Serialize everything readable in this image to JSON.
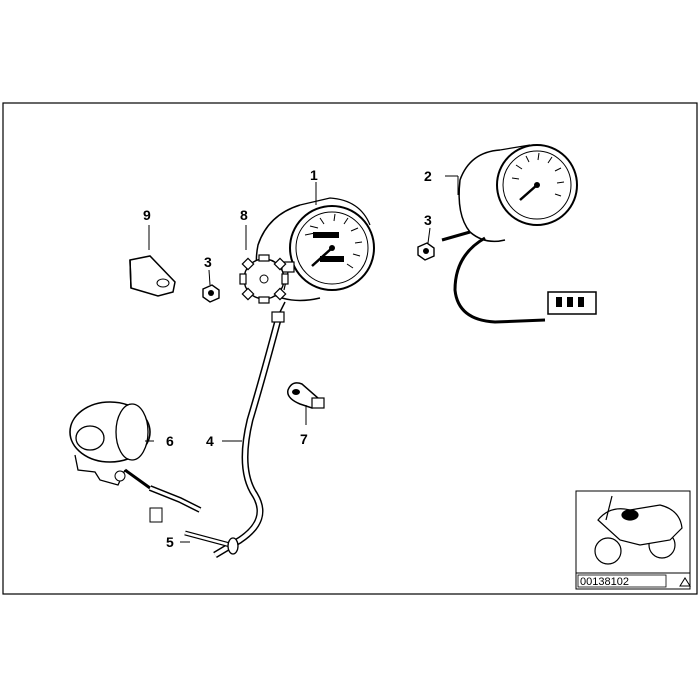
{
  "diagram": {
    "callouts": [
      {
        "id": "c1",
        "label": "1"
      },
      {
        "id": "c2",
        "label": "2"
      },
      {
        "id": "c3a",
        "label": "3"
      },
      {
        "id": "c3b",
        "label": "3"
      },
      {
        "id": "c4",
        "label": "4"
      },
      {
        "id": "c5",
        "label": "5"
      },
      {
        "id": "c6",
        "label": "6"
      },
      {
        "id": "c7",
        "label": "7"
      },
      {
        "id": "c8",
        "label": "8"
      },
      {
        "id": "c9",
        "label": "9"
      }
    ],
    "inset": {
      "code": "00138102"
    }
  },
  "colors": {
    "line": "#000000",
    "dial": "#ffffff",
    "frame": "#000000"
  }
}
